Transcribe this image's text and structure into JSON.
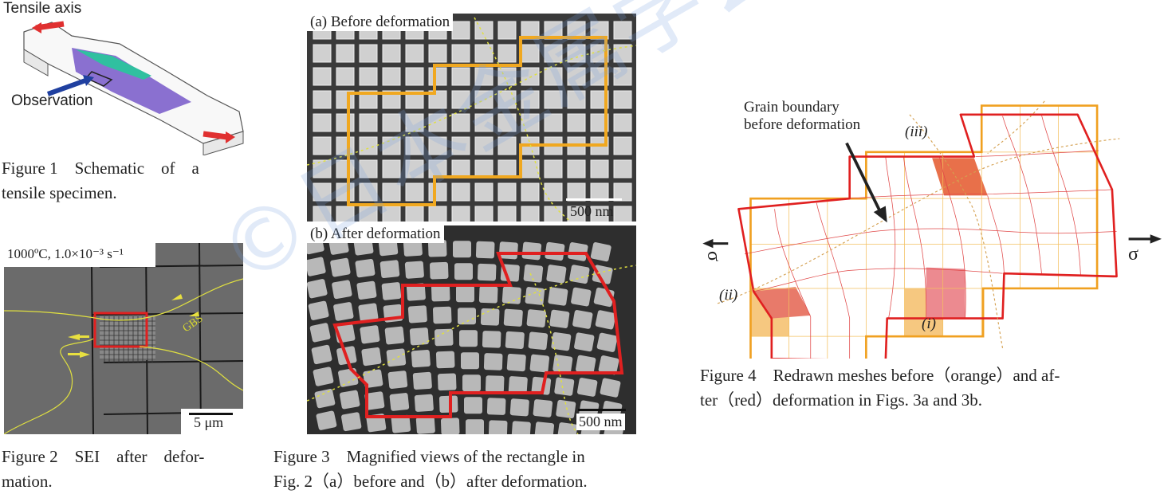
{
  "figure1": {
    "label_tensile_axis": "Tensile axis",
    "label_observation": "Observation",
    "caption_line1": "Figure 1 Schematic of a",
    "caption_line2": "tensile specimen."
  },
  "figure2": {
    "condition": "1000ºC, 1.0×10⁻³ s⁻¹",
    "gbs_label": "GBS",
    "scale_bar": "5 μm",
    "caption_line1": "Figure 2 SEI after defor-",
    "caption_line2": "mation."
  },
  "figure3": {
    "panel_a_title": "(a) Before deformation",
    "panel_a_scale": "500 nm",
    "panel_b_title": "(b) After deformation",
    "panel_b_scale": "500 nm",
    "caption_line1": "Figure 3 Magnified views of the rectangle in",
    "caption_line2": "Fig. 2（a）before and（b）after deformation."
  },
  "figure4": {
    "gb_label_line1": "Grain boundary",
    "gb_label_line2": "before deformation",
    "region_iii": "(iii)",
    "region_ii": "(ii)",
    "region_i": "(i)",
    "sigma_left": "σ",
    "sigma_right": "σ",
    "caption_line1": "Figure 4 Redrawn meshes before（orange）and af-",
    "caption_line2": "ter（red）deformation in Figs. 3a and 3b."
  },
  "watermark": "©日本金属学会",
  "colors": {
    "orange": "#f0a020",
    "red": "#e02020",
    "yellow": "#e8e040"
  }
}
